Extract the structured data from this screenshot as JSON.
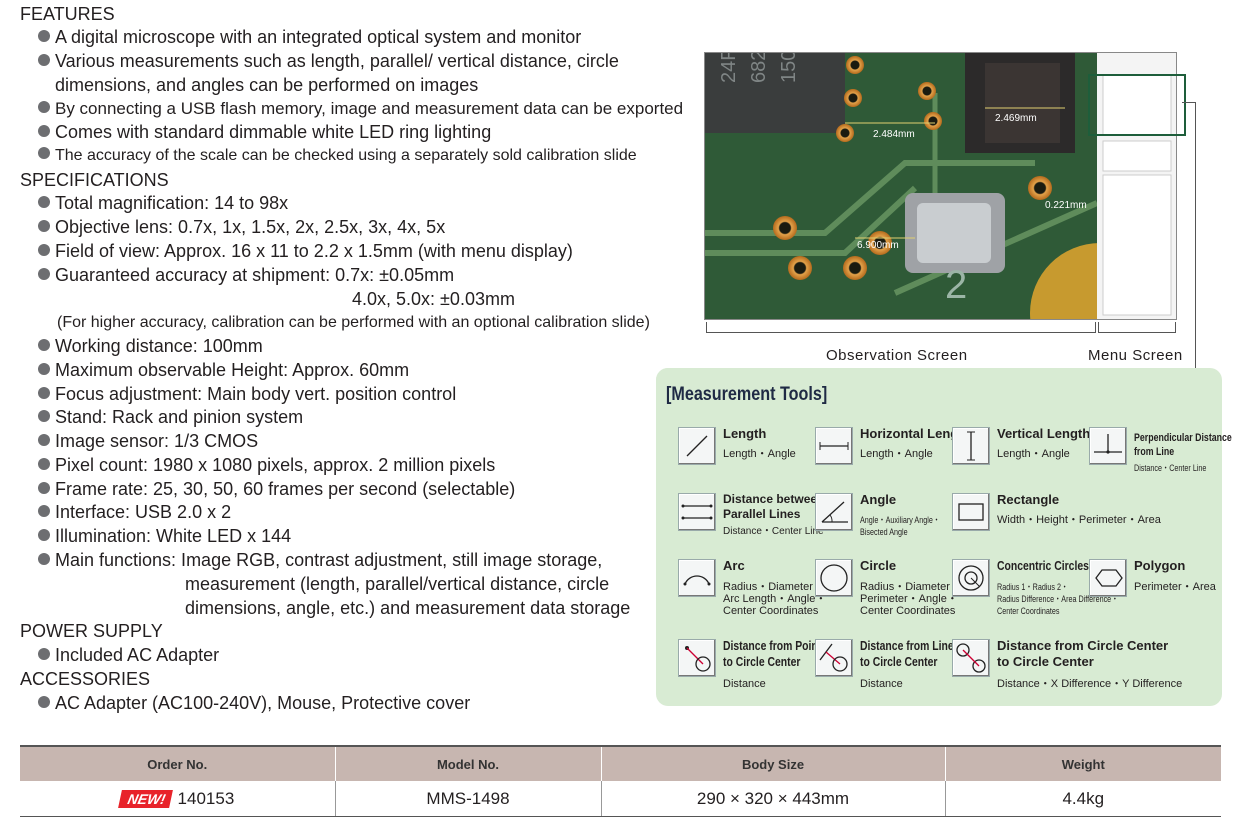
{
  "features": {
    "title": "FEATURES",
    "items": [
      "A digital microscope with an integrated optical system and monitor",
      "Various measurements such as length, parallel/ vertical distance, circle",
      "By connecting a USB flash memory, image and measurement data can be exported",
      "Comes with standard dimmable white LED ring lighting",
      "The accuracy of the scale can be checked using a separately sold calibration slide"
    ],
    "item2_cont": "dimensions, and angles can be performed on images"
  },
  "specifications": {
    "title": "SPECIFICATIONS",
    "magnification": "Total magnification: 14 to 98x",
    "objective": "Objective lens: 0.7x, 1x, 1.5x, 2x, 2.5x, 3x, 4x, 5x",
    "field": "Field of view: Approx. 16 x 11 to 2.2 x 1.5mm (with menu display)",
    "accuracy": "Guaranteed accuracy at shipment: 0.7x: ±0.05mm",
    "accuracy_cont": "4.0x, 5.0x: ±0.03mm",
    "calibration_note": "(For higher accuracy, calibration can be performed with an optional calibration slide)",
    "working_distance": "Working distance: 100mm",
    "max_height": "Maximum observable Height: Approx. 60mm",
    "focus": "Focus adjustment: Main body vert. position control",
    "stand": "Stand: Rack and pinion system",
    "sensor": "Image sensor: 1/3 CMOS",
    "pixels": "Pixel count: 1980 x 1080 pixels, approx. 2 million pixels",
    "frame_rate": "Frame rate: 25, 30, 50, 60 frames per second (selectable)",
    "interface": "Interface: USB 2.0 x 2",
    "illumination": "Illumination: White LED x 144",
    "functions": "Main functions: Image RGB, contrast adjustment, still image storage,",
    "functions_cont1": "measurement (length, parallel/vertical distance, circle",
    "functions_cont2": "dimensions, angle, etc.) and measurement data storage"
  },
  "power": {
    "title": "POWER SUPPLY",
    "item": "Included AC Adapter"
  },
  "accessories": {
    "title": "ACCESSORIES",
    "item": "AC Adapter (AC100-240V), Mouse, Protective cover"
  },
  "image": {
    "chip_text": [
      "24F",
      "682",
      "150"
    ],
    "measures": [
      "2.484mm",
      "2.469mm",
      "0.221mm",
      "6.900mm"
    ],
    "digit": "2",
    "caption_observation": "Observation Screen",
    "caption_menu": "Menu Screen"
  },
  "tools": {
    "title": "[Measurement Tools]",
    "items": [
      {
        "name": "Length",
        "desc": [
          "Length・Angle"
        ],
        "icon": "line-icon"
      },
      {
        "name": "Horizontal Length",
        "desc": [
          "Length・Angle"
        ],
        "icon": "horizontal-line-icon"
      },
      {
        "name": "Vertical Length",
        "desc": [
          "Length・Angle"
        ],
        "icon": "vertical-line-icon"
      },
      {
        "name": "Perpendicular Distance from Line",
        "name_lines": [
          "Perpendicular Distance",
          "from Line"
        ],
        "desc": [
          "Distance・Center Line"
        ],
        "icon": "perpendicular-icon"
      },
      {
        "name": "Distance between Parallel Lines",
        "name_lines": [
          "Distance between",
          "Parallel Lines"
        ],
        "desc": [
          "Distance・Center Line"
        ],
        "icon": "parallel-lines-icon"
      },
      {
        "name": "Angle",
        "desc": [
          "Angle・Auxiliary Angle・",
          "Bisected Angle"
        ],
        "icon": "angle-icon"
      },
      {
        "name": "Rectangle",
        "desc": [
          "Width・Height・Perimeter・Area"
        ],
        "icon": "rectangle-icon"
      },
      {
        "name": "Arc",
        "desc": [
          "Radius・Diameter・",
          "Arc Length・Angle・",
          "Center Coordinates"
        ],
        "icon": "arc-icon"
      },
      {
        "name": "Circle",
        "desc": [
          "Radius・Diameter・",
          "Perimeter・Angle・",
          "Center Coordinates"
        ],
        "icon": "circle-icon"
      },
      {
        "name": "Concentric Circles",
        "desc": [
          "Radius 1・Radius 2・",
          "Radius Difference・Area Difference・",
          "Center Coordinates"
        ],
        "icon": "concentric-circles-icon"
      },
      {
        "name": "Polygon",
        "desc": [
          "Perimeter・Area"
        ],
        "icon": "polygon-icon"
      },
      {
        "name": "Distance from Point to Circle Center",
        "name_lines": [
          "Distance from Point",
          "to Circle Center"
        ],
        "desc": [
          "Distance"
        ],
        "icon": "point-to-circle-icon"
      },
      {
        "name": "Distance from Line to Circle Center",
        "name_lines": [
          "Distance from Line",
          "to Circle Center"
        ],
        "desc": [
          "Distance"
        ],
        "icon": "line-to-circle-icon"
      },
      {
        "name": "Distance from Circle Center to Circle Center",
        "name_lines": [
          "Distance from Circle Center",
          "to Circle Center"
        ],
        "desc": [
          "Distance・X Difference・Y Difference"
        ],
        "icon": "circle-to-circle-icon"
      }
    ]
  },
  "table": {
    "headers": [
      "Order No.",
      "Model No.",
      "Body Size",
      "Weight"
    ],
    "row": {
      "badge": "NEW!",
      "order": "140153",
      "model": "MMS-1498",
      "size": "290 × 320 × 443mm",
      "weight": "4.4kg"
    }
  }
}
